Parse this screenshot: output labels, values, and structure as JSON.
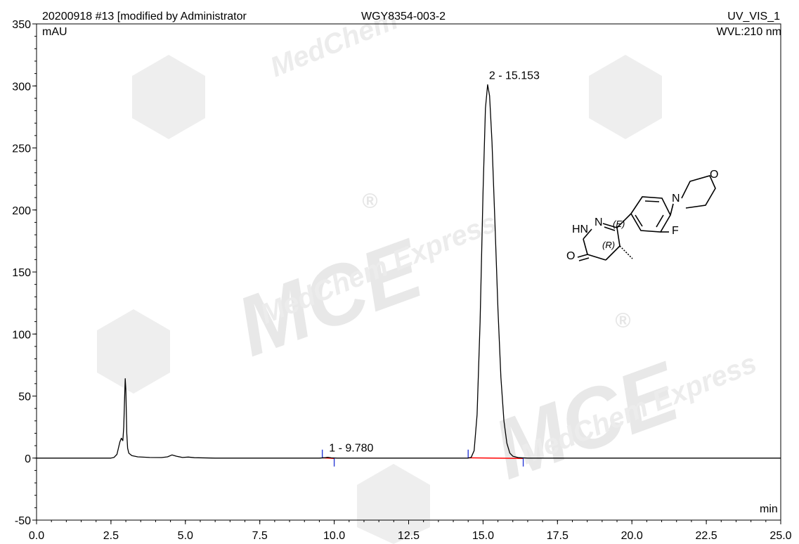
{
  "header": {
    "left": "20200918 #13 [modified by Administrator",
    "center": "WGY8354-003-2",
    "right": "UV_VIS_1",
    "wavelength": "WVL:210 nm"
  },
  "watermark": {
    "brand": "MCE",
    "name": "MedChem Express",
    "short": "MedChem",
    "mark": "®"
  },
  "structure": {
    "labels": {
      "hn": "HN",
      "n": "N",
      "o_carbonyl": "O",
      "e_label": "(E)",
      "r_label": "(R)",
      "f": "F",
      "n_morph": "N",
      "o_morph": "O"
    }
  },
  "chart_data": {
    "type": "line",
    "title": "WGY8354-003-2",
    "xlabel": "min",
    "ylabel": "mAU",
    "xlim": [
      0.0,
      25.0
    ],
    "ylim": [
      -50,
      350
    ],
    "x_ticks": [
      "0.0",
      "2.5",
      "5.0",
      "7.5",
      "10.0",
      "12.5",
      "15.0",
      "17.5",
      "20.0",
      "22.5",
      "25.0"
    ],
    "y_ticks": [
      "-50",
      "0",
      "50",
      "100",
      "150",
      "200",
      "250",
      "300",
      "350"
    ],
    "grid": false,
    "series": [
      {
        "color": "#000000",
        "points": [
          [
            0.0,
            0
          ],
          [
            2.5,
            0
          ],
          [
            2.6,
            0.5
          ],
          [
            2.7,
            3
          ],
          [
            2.75,
            8
          ],
          [
            2.8,
            13
          ],
          [
            2.85,
            16
          ],
          [
            2.9,
            14
          ],
          [
            2.93,
            25
          ],
          [
            2.96,
            50
          ],
          [
            2.98,
            64
          ],
          [
            3.0,
            55
          ],
          [
            3.03,
            20
          ],
          [
            3.06,
            8
          ],
          [
            3.1,
            4
          ],
          [
            3.2,
            2
          ],
          [
            3.4,
            1
          ],
          [
            3.8,
            0.5
          ],
          [
            4.2,
            0.4
          ],
          [
            4.4,
            1
          ],
          [
            4.55,
            2.5
          ],
          [
            4.7,
            1.5
          ],
          [
            4.9,
            0.5
          ],
          [
            5.1,
            0.8
          ],
          [
            5.3,
            0.3
          ],
          [
            6.0,
            0
          ],
          [
            9.5,
            0
          ],
          [
            9.7,
            0.3
          ],
          [
            9.78,
            0.6
          ],
          [
            9.9,
            0.2
          ],
          [
            10.1,
            0
          ],
          [
            14.5,
            0
          ],
          [
            14.6,
            0.6
          ],
          [
            14.7,
            6
          ],
          [
            14.8,
            35
          ],
          [
            14.9,
            110
          ],
          [
            15.0,
            215
          ],
          [
            15.08,
            282
          ],
          [
            15.153,
            301
          ],
          [
            15.22,
            292
          ],
          [
            15.3,
            255
          ],
          [
            15.4,
            190
          ],
          [
            15.5,
            120
          ],
          [
            15.6,
            65
          ],
          [
            15.7,
            30
          ],
          [
            15.8,
            12
          ],
          [
            15.9,
            4
          ],
          [
            16.0,
            1.5
          ],
          [
            16.2,
            0.3
          ],
          [
            16.5,
            0
          ],
          [
            25.0,
            0
          ]
        ]
      }
    ],
    "baselines": [
      {
        "color": "#ff0000",
        "from": [
          9.6,
          0.2
        ],
        "to": [
          10.0,
          -0.3
        ]
      },
      {
        "color": "#ff0000",
        "from": [
          14.5,
          0.2
        ],
        "to": [
          16.35,
          -0.3
        ]
      }
    ],
    "integration_marks": [
      {
        "x": 9.6,
        "dir": "up"
      },
      {
        "x": 10.0,
        "dir": "down"
      },
      {
        "x": 14.5,
        "dir": "up"
      },
      {
        "x": 16.35,
        "dir": "down"
      }
    ],
    "peak_labels": [
      {
        "text": "1 - 9.780",
        "x": 9.78,
        "y": 0.6
      },
      {
        "text": "2 - 15.153",
        "x": 15.153,
        "y": 301
      }
    ]
  }
}
